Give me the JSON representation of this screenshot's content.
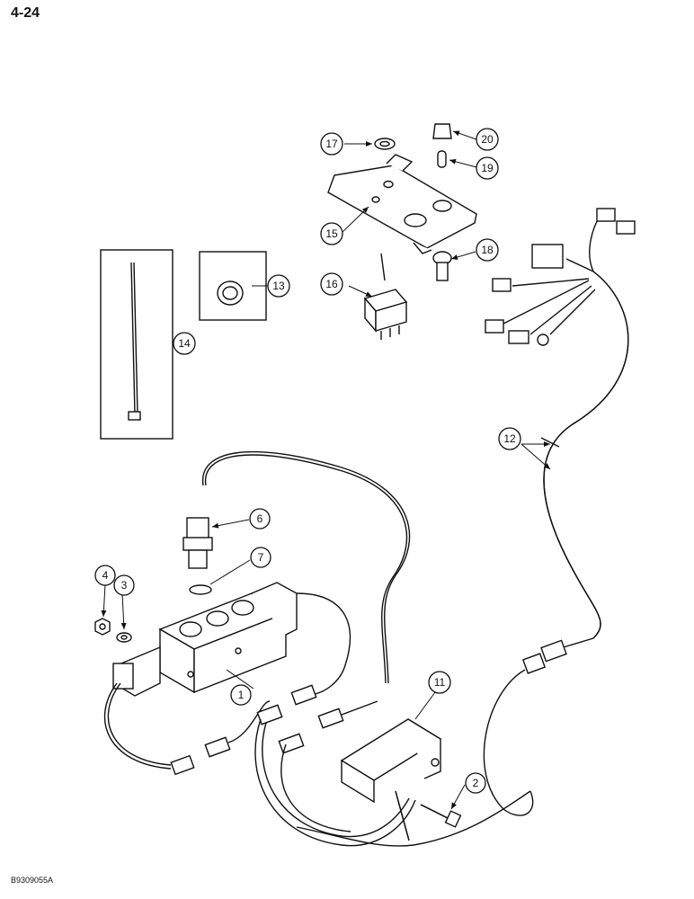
{
  "page": {
    "number": "4-24",
    "code": "B9309055A"
  },
  "callouts": [
    "1",
    "2",
    "3",
    "4",
    "6",
    "7",
    "11",
    "12",
    "13",
    "14",
    "15",
    "16",
    "17",
    "18",
    "19",
    "20"
  ],
  "colors": {
    "ink": "#111111",
    "paper": "#ffffff"
  }
}
